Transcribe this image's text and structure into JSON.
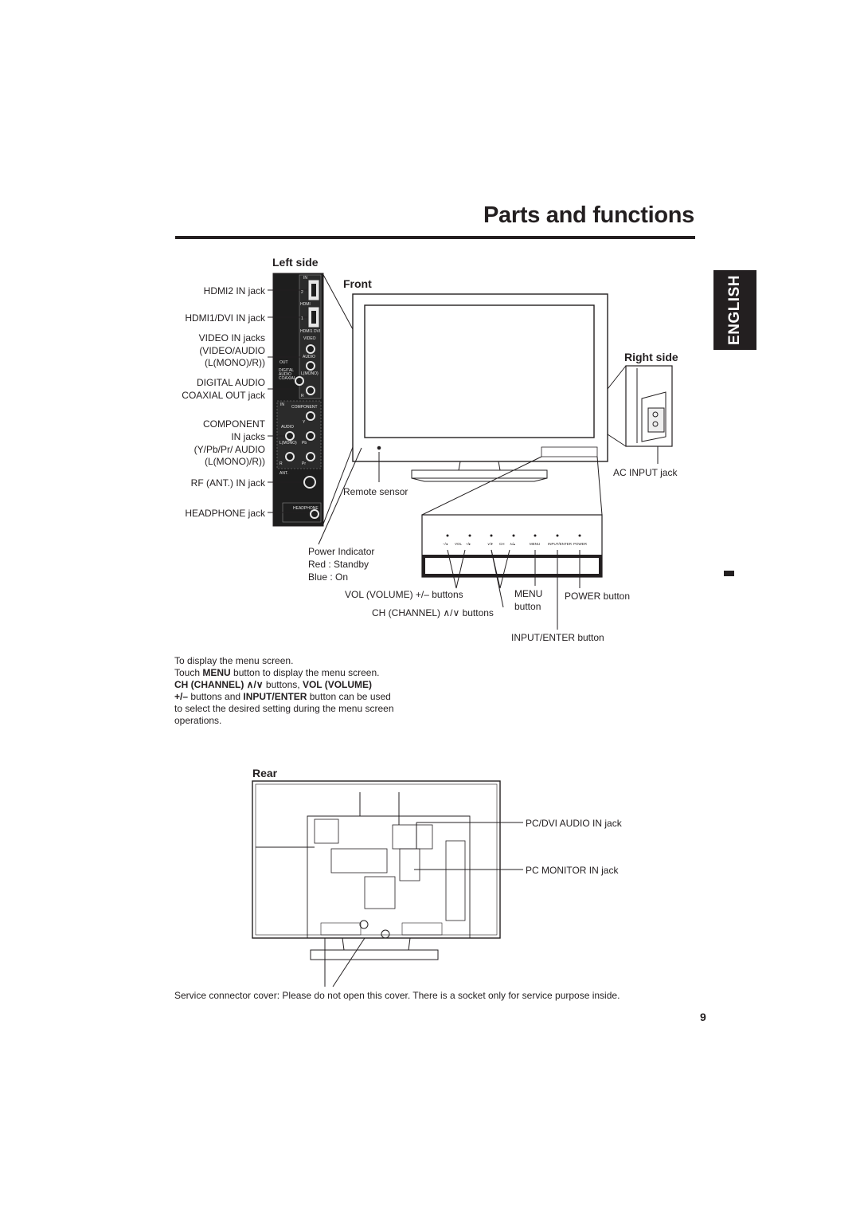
{
  "page": {
    "title": "Parts and functions",
    "page_number": "9",
    "language_tab": "ENGLISH"
  },
  "sections": {
    "left_side": "Left side",
    "front": "Front",
    "right_side": "Right side",
    "rear": "Rear"
  },
  "left_side_labels": {
    "hdmi2": "HDMI2 IN jack",
    "hdmi1": "HDMI1/DVI IN jack",
    "video_1": "VIDEO IN jacks",
    "video_2": "(VIDEO/AUDIO",
    "video_3": "(L(MONO)/R))",
    "digital_1": "DIGITAL AUDIO",
    "digital_2": "COAXIAL OUT jack",
    "component_1": "COMPONENT",
    "component_2": "IN jacks",
    "component_3": "(Y/Pb/Pr/ AUDIO",
    "component_4": "(L(MONO)/R))",
    "rf": "RF (ANT.) IN jack",
    "headphone": "HEADPHONE jack"
  },
  "panel_text": {
    "in": "IN",
    "hdmi_logo": "HDMI",
    "hdmi_dvi": "HDMI1 DVI",
    "video": "VIDEO",
    "out": "OUT",
    "digital": "DIGITAL",
    "audio": "AUDIO",
    "coaxial": "COAXIAL",
    "lmono": "L(MONO)",
    "r": "R",
    "component": "COMPONENT",
    "y": "Y",
    "pb": "Pb",
    "pr": "Pr",
    "ant": "ANT.",
    "headphone": "HEADPHONE",
    "n2": "2",
    "n1": "1"
  },
  "front_labels": {
    "remote_sensor": "Remote sensor",
    "power_ind_1": "Power Indicator",
    "power_ind_2": "Red : Standby",
    "power_ind_3": "Blue : On",
    "vol": "VOL (VOLUME) +/– buttons",
    "ch": "CH (CHANNEL) ∧/∨ buttons",
    "menu_1": "MENU",
    "menu_2": "button",
    "power": "POWER button",
    "input_enter": "INPUT/ENTER button",
    "ac_input": "AC INPUT jack"
  },
  "keypad_text": {
    "k1": "–/◂",
    "k2": "VOL",
    "k3": "+/▸",
    "k4": "∨/▾",
    "k5": "CH",
    "k6": "∧/▴",
    "k7": "MENU",
    "k8": "INPUT/ENTER",
    "k9": "POWER"
  },
  "menu_description": {
    "line1": "To display the menu screen.",
    "line2_pre": "Touch ",
    "line2_bold": "MENU",
    "line2_post": " button to display the menu screen.",
    "line3_bold1": "CH (CHANNEL) ∧/∨",
    "line3_mid": " buttons, ",
    "line3_bold2": "VOL (VOLUME)",
    "line4_bold1": "+/–",
    "line4_mid": " buttons and ",
    "line4_bold2": "INPUT/ENTER",
    "line4_post": " button can be used",
    "line5": "to select the desired setting during the menu screen",
    "line6": "operations."
  },
  "rear_labels": {
    "pc_dvi_audio": "PC/DVI AUDIO IN jack",
    "pc_monitor": "PC MONITOR IN jack"
  },
  "service_note": "Service connector cover: Please do not open this cover. There is a socket only for service purpose inside."
}
